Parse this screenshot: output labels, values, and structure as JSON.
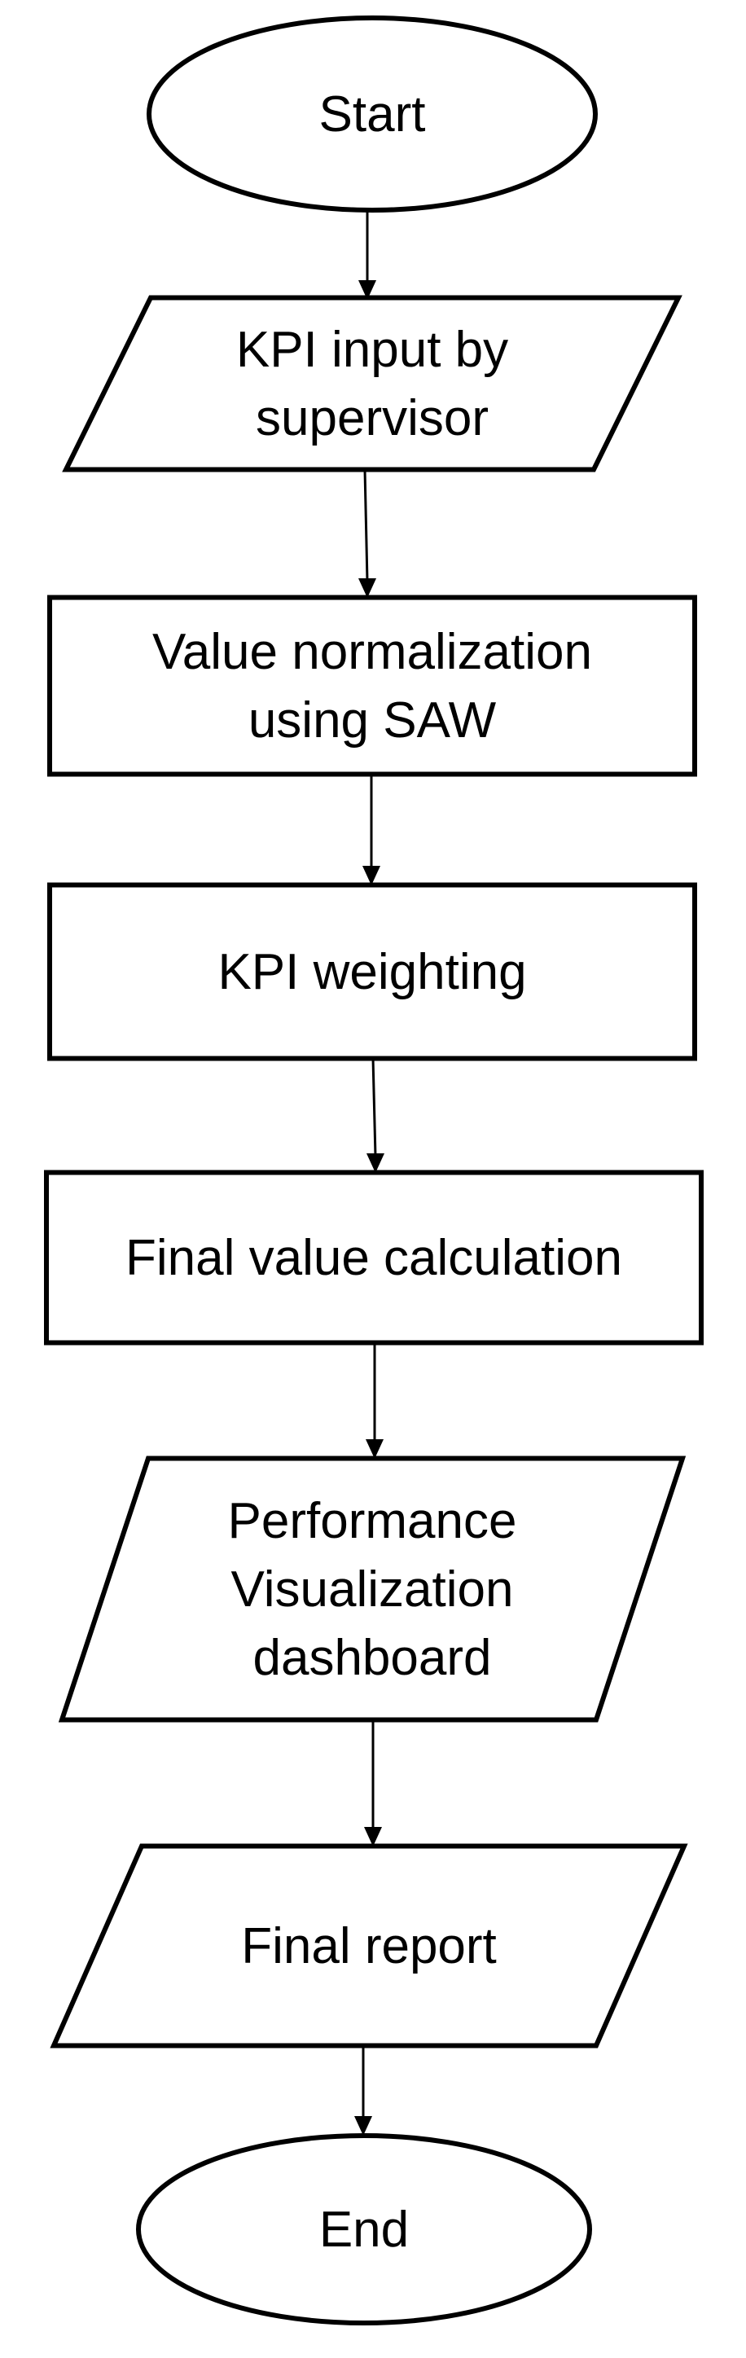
{
  "flowchart": {
    "nodes": [
      {
        "id": "start",
        "shape": "terminal",
        "lines": [
          "Start"
        ]
      },
      {
        "id": "kpi-input",
        "shape": "input-output",
        "lines": [
          "KPI input by",
          "supervisor"
        ]
      },
      {
        "id": "value-normalization",
        "shape": "process",
        "lines": [
          "Value normalization",
          "using SAW"
        ]
      },
      {
        "id": "kpi-weighting",
        "shape": "process",
        "lines": [
          "KPI weighting"
        ]
      },
      {
        "id": "final-value-calculation",
        "shape": "process",
        "lines": [
          "Final value calculation"
        ]
      },
      {
        "id": "performance-dashboard",
        "shape": "input-output",
        "lines": [
          "Performance",
          "Visualization",
          "dashboard"
        ]
      },
      {
        "id": "final-report",
        "shape": "input-output",
        "lines": [
          "Final report"
        ]
      },
      {
        "id": "end",
        "shape": "terminal",
        "lines": [
          "End"
        ]
      }
    ],
    "edges": [
      {
        "from": "start",
        "to": "kpi-input"
      },
      {
        "from": "kpi-input",
        "to": "value-normalization"
      },
      {
        "from": "value-normalization",
        "to": "kpi-weighting"
      },
      {
        "from": "kpi-weighting",
        "to": "final-value-calculation"
      },
      {
        "from": "final-value-calculation",
        "to": "performance-dashboard"
      },
      {
        "from": "performance-dashboard",
        "to": "final-report"
      },
      {
        "from": "final-report",
        "to": "end"
      }
    ]
  }
}
